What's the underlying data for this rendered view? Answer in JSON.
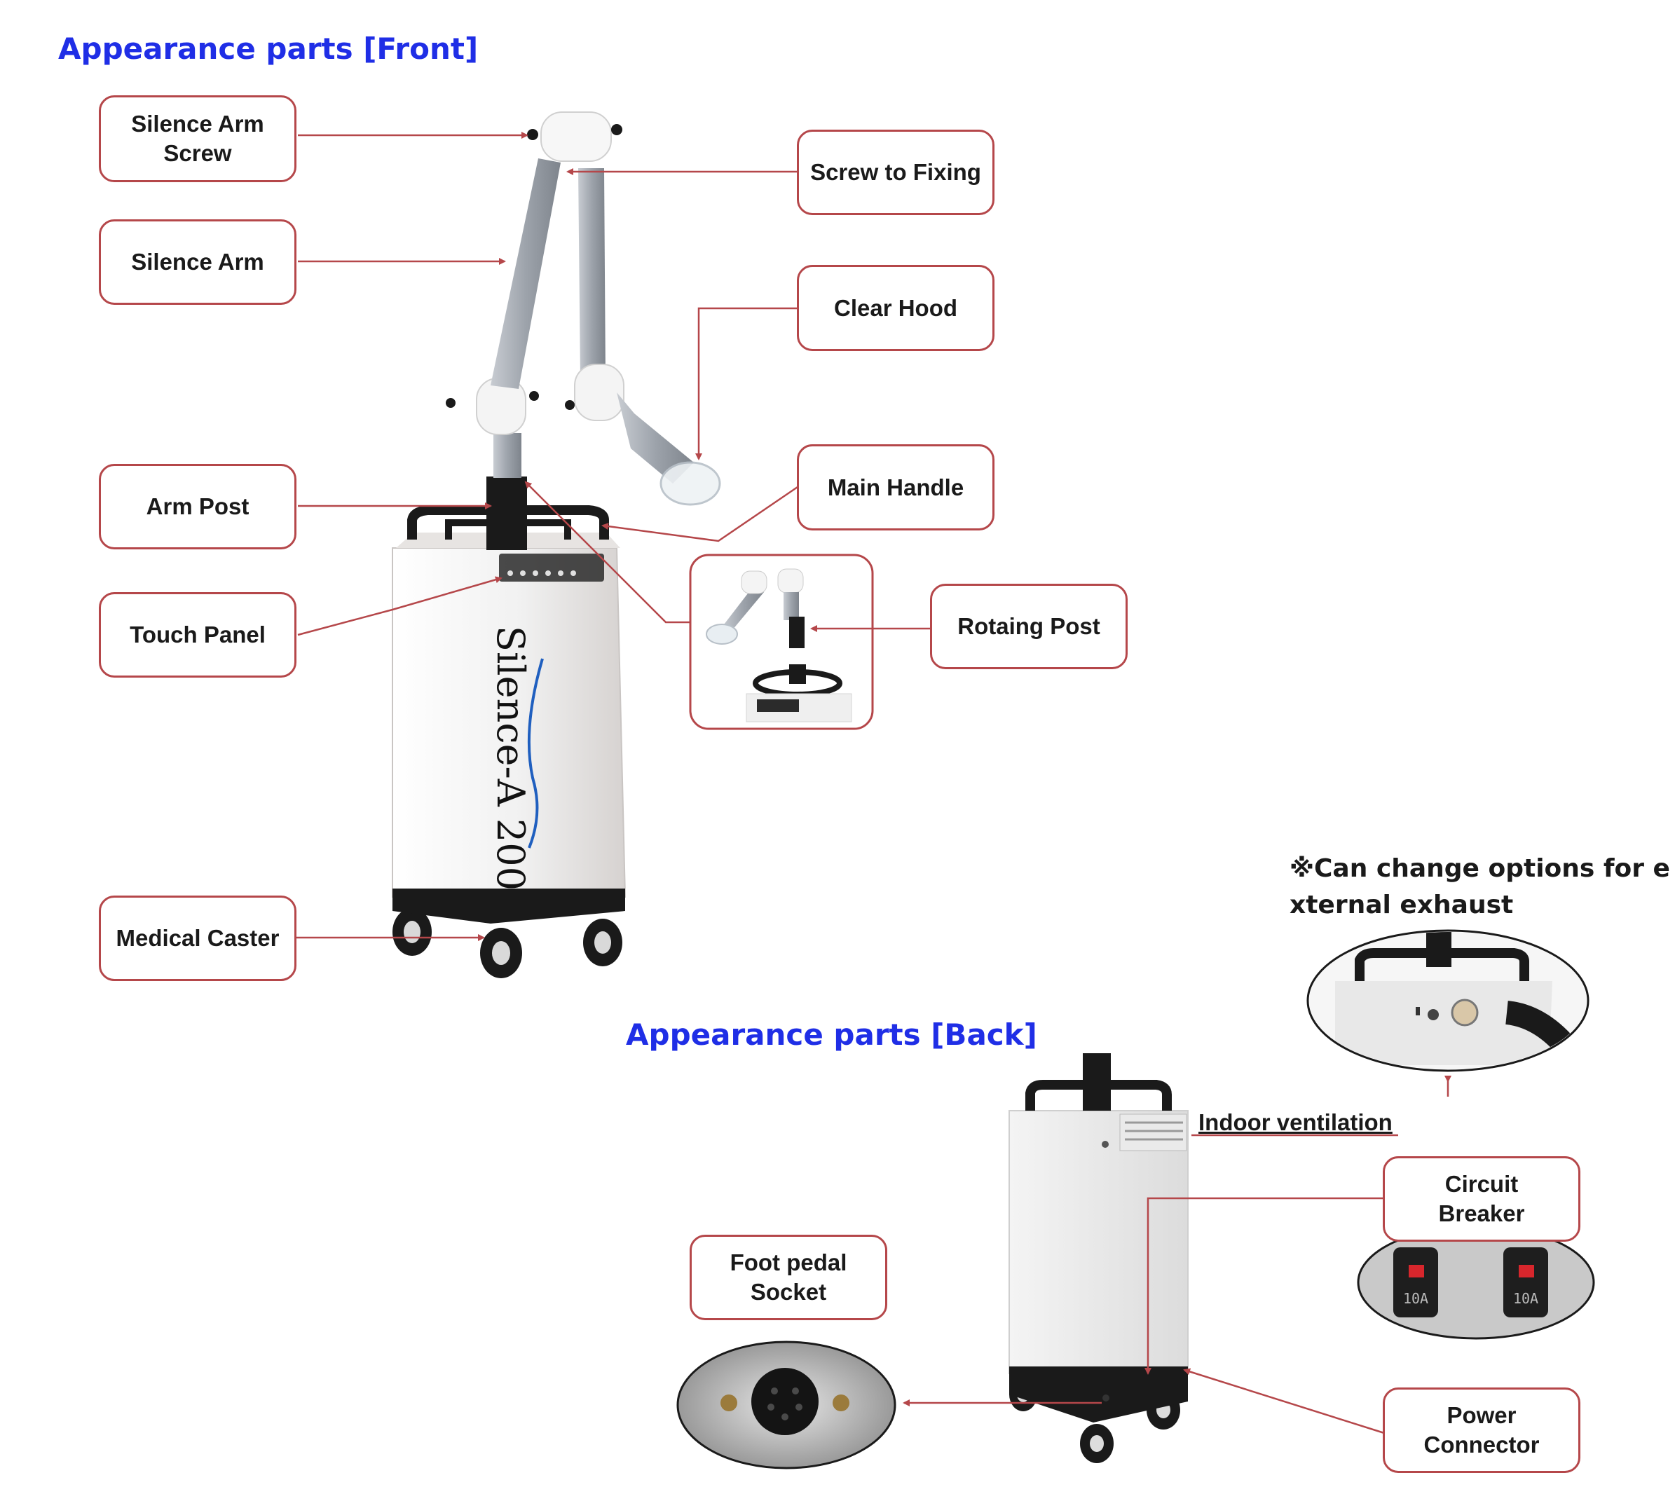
{
  "titles": {
    "front": "Appearance parts [Front]",
    "back": "Appearance parts [Back]"
  },
  "brand_text": "Silence-A 200",
  "note": "※Can change options  for e\n xternal exhaust",
  "labels": {
    "silence_arm_screw": "Silence Arm\nScrew",
    "screw_to_fixing": "Screw to  Fixing",
    "silence_arm": "Silence Arm",
    "clear_hood": "Clear Hood",
    "main_handle": "Main  Handle",
    "arm_post": "Arm Post",
    "touch_panel": "Touch  Panel",
    "rotating_post": "Rotaing Post",
    "medical_caster": "Medical  Caster",
    "indoor_ventilation": "Indoor ventilation",
    "circuit_breaker": "Circuit\nBreaker",
    "foot_pedal_socket": "Foot pedal\nSocket",
    "power_connector": "Power\nConnector"
  },
  "breaker_rating": "10A",
  "colors": {
    "title_blue": "#1f2ee6",
    "leader_red": "#b5474a",
    "body_white": "#f2f2f2",
    "arm_grey": "#9aa0a8",
    "black": "#1a1a1a"
  }
}
